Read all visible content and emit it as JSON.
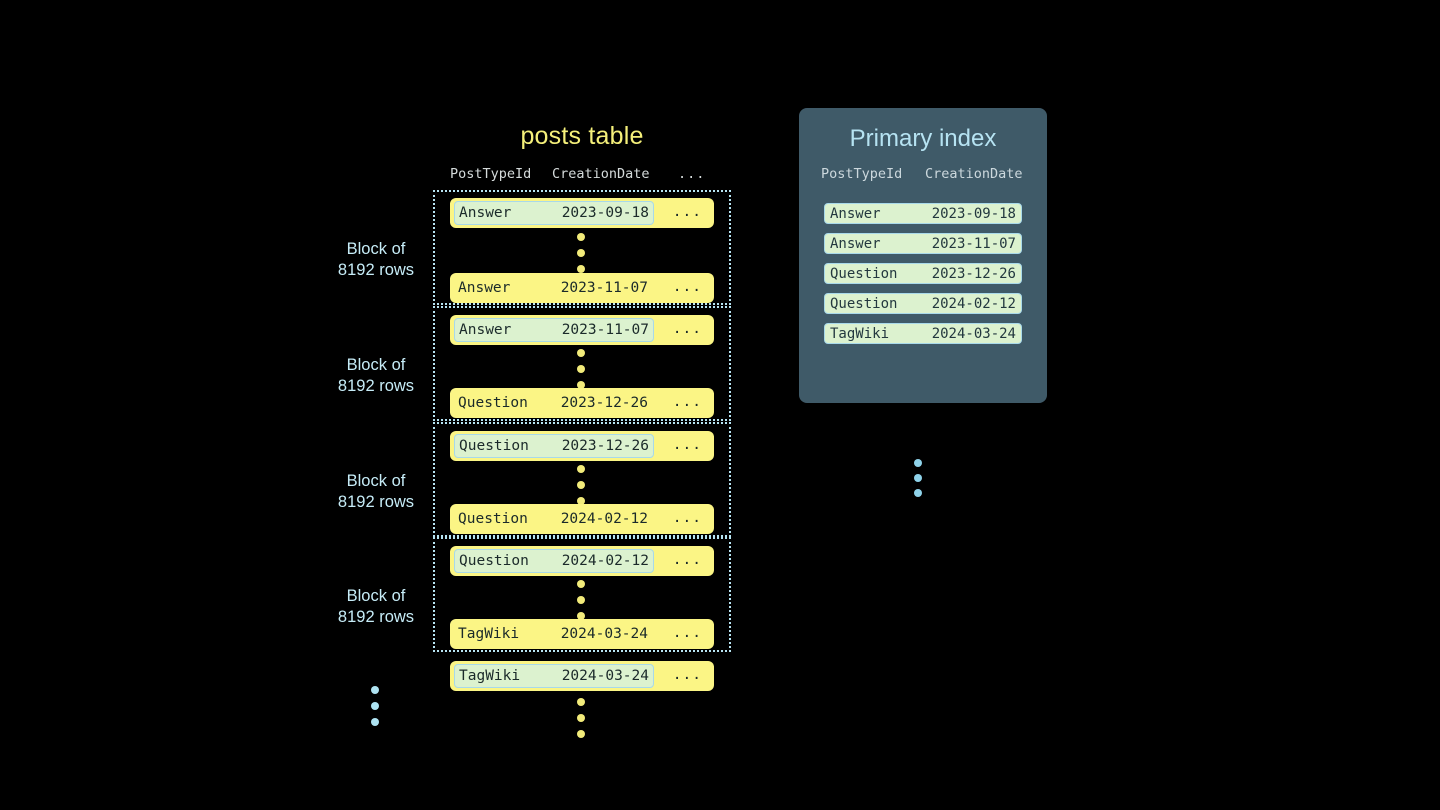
{
  "posts_table": {
    "title": "posts table",
    "columns": [
      "PostTypeId",
      "CreationDate",
      "..."
    ],
    "block_label": "Block of\n8192 rows",
    "blocks": [
      {
        "label_line1": "Block of",
        "label_line2": "8192 rows",
        "first_row": {
          "post_type_id": "Answer",
          "creation_date": "2023-09-18",
          "more": "...",
          "key_highlighted": true
        },
        "last_row": {
          "post_type_id": "Answer",
          "creation_date": "2023-11-07",
          "more": "...",
          "key_highlighted": false
        }
      },
      {
        "label_line1": "Block of",
        "label_line2": "8192 rows",
        "first_row": {
          "post_type_id": "Answer",
          "creation_date": "2023-11-07",
          "more": "...",
          "key_highlighted": true
        },
        "last_row": {
          "post_type_id": "Question",
          "creation_date": "2023-12-26",
          "more": "...",
          "key_highlighted": false
        }
      },
      {
        "label_line1": "Block of",
        "label_line2": "8192 rows",
        "first_row": {
          "post_type_id": "Question",
          "creation_date": "2023-12-26",
          "more": "...",
          "key_highlighted": true
        },
        "last_row": {
          "post_type_id": "Question",
          "creation_date": "2024-02-12",
          "more": "...",
          "key_highlighted": false
        }
      },
      {
        "label_line1": "Block of",
        "label_line2": "8192 rows",
        "first_row": {
          "post_type_id": "Question",
          "creation_date": "2024-02-12",
          "more": "...",
          "key_highlighted": true
        },
        "last_row": {
          "post_type_id": "TagWiki",
          "creation_date": "2024-03-24",
          "more": "...",
          "key_highlighted": false
        }
      }
    ],
    "trailing_row": {
      "post_type_id": "TagWiki",
      "creation_date": "2024-03-24",
      "more": "...",
      "key_highlighted": true
    }
  },
  "primary_index": {
    "title": "Primary index",
    "columns": [
      "PostTypeId",
      "CreationDate"
    ],
    "rows": [
      {
        "post_type_id": "Answer",
        "creation_date": "2023-09-18"
      },
      {
        "post_type_id": "Answer",
        "creation_date": "2023-11-07"
      },
      {
        "post_type_id": "Question",
        "creation_date": "2023-12-26"
      },
      {
        "post_type_id": "Question",
        "creation_date": "2024-02-12"
      },
      {
        "post_type_id": "TagWiki",
        "creation_date": "2024-03-24"
      }
    ]
  },
  "colors": {
    "background": "#000000",
    "row_yellow": "#fbf585",
    "key_highlight_green": "#dcf2cf",
    "key_highlight_border": "#a8d9ea",
    "accent_blue": "#b6e3f2",
    "panel_slate": "#3f5a68",
    "title_yellow": "#f5f07a",
    "dot_yellow": "#f2eb7a",
    "dot_blue": "#aee3f2"
  }
}
